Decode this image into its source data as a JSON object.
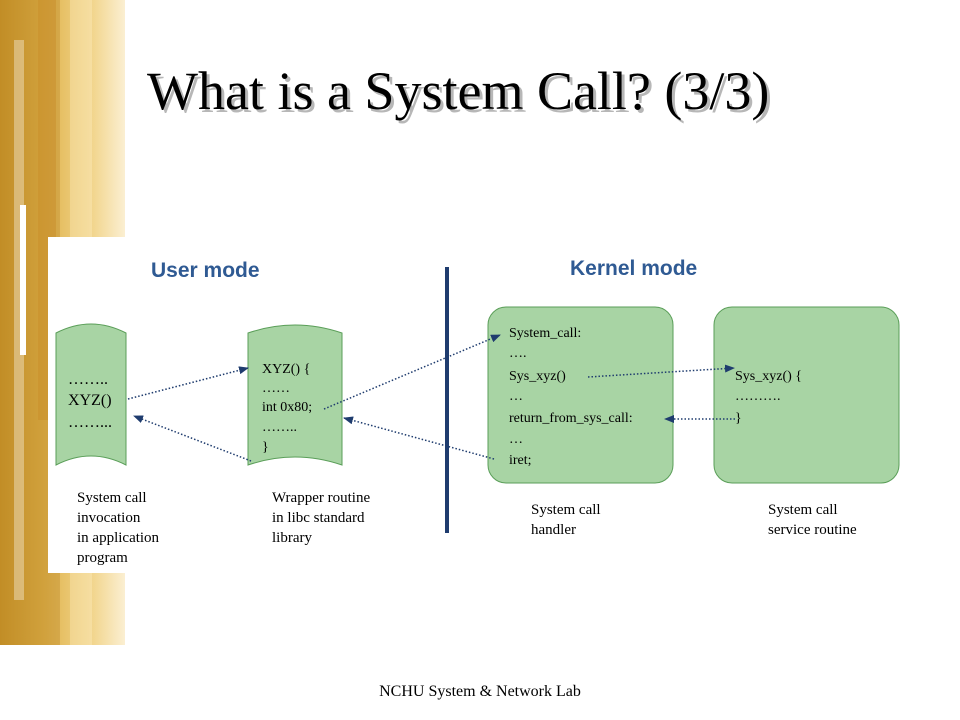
{
  "slide": {
    "title": "What is a System Call? (3/3)",
    "footer": "NCHU System & Network Lab"
  },
  "diagram": {
    "user_mode_label": "User mode",
    "kernel_mode_label": "Kernel mode",
    "colors": {
      "box_fill": "#a8d4a4",
      "box_border": "#5a9e58",
      "mode_label": "#2f5a93",
      "divider": "#1f3c6e",
      "arrow": "#1f3c6e",
      "title_shadow": "#b7b7b7"
    },
    "app_box": {
      "lines": [
        "……..",
        "XYZ()",
        "……..."
      ],
      "caption": [
        "System call",
        "invocation",
        "in application",
        "program"
      ]
    },
    "wrapper_box": {
      "lines": [
        "XYZ() {",
        "……",
        "int 0x80;",
        "……..",
        "}"
      ],
      "caption": [
        "Wrapper routine",
        "in libc standard",
        "library"
      ]
    },
    "handler_box": {
      "lines": [
        "System_call:",
        "….",
        "Sys_xyz()",
        "…",
        "return_from_sys_call:",
        "…",
        "iret;"
      ],
      "caption": [
        "System call",
        "handler"
      ]
    },
    "service_box": {
      "lines": [
        "Sys_xyz() {",
        "……….",
        "}"
      ],
      "caption": [
        "System call",
        "service routine"
      ]
    }
  }
}
